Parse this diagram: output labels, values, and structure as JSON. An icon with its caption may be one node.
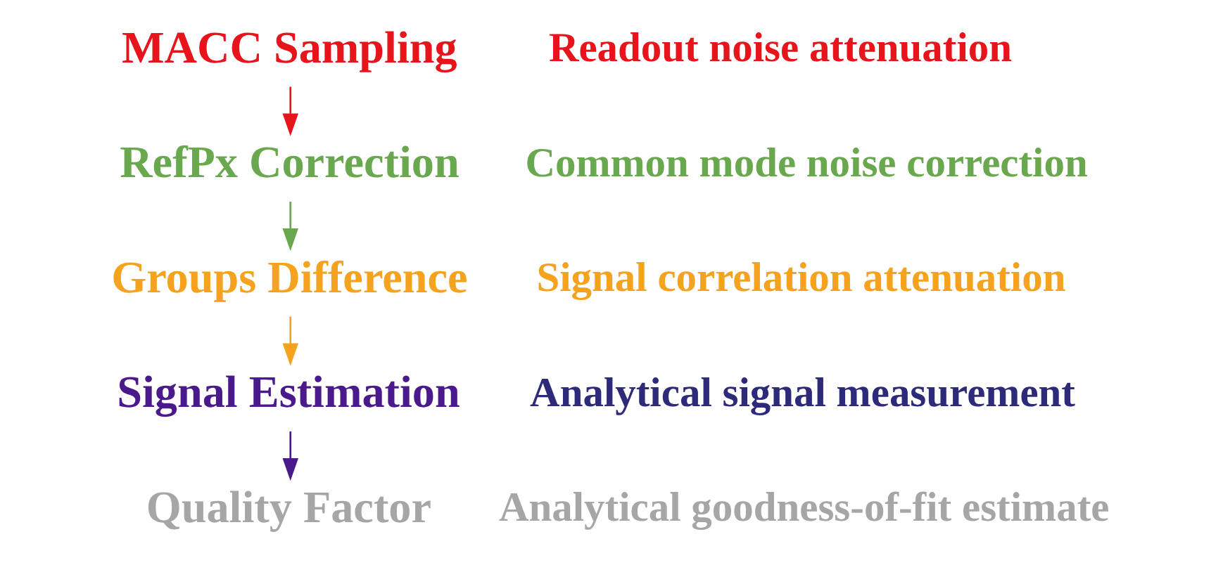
{
  "diagram": {
    "nodes": [
      {
        "text": [
          "MACC Sampling"
        ],
        "beside": [
          "Readout noise attenuation"
        ]
      },
      {
        "text": [
          "RefPx Correction"
        ],
        "beside": [
          "Common mode noise correction"
        ]
      },
      {
        "text": [
          "Groups Difference"
        ],
        "beside": [
          "Signal correlation attenuation"
        ]
      },
      {
        "text": [
          "Signal Estimation"
        ],
        "beside": [
          "Analytical signal measurement"
        ]
      },
      {
        "text": [
          "Quality Factor"
        ],
        "beside": [
          "Analytical goodness-of-fit estimate"
        ]
      }
    ],
    "edges": [
      {
        "from": 0,
        "to": 1,
        "arrow": "to",
        "color": "#e8141c"
      },
      {
        "from": 1,
        "to": 2,
        "arrow": "to",
        "color": "#6aa84f"
      },
      {
        "from": 2,
        "to": 3,
        "arrow": "to",
        "color": "#f5a21e"
      },
      {
        "from": 3,
        "to": 4,
        "arrow": "to",
        "color": "#4a1a8c"
      }
    ]
  }
}
